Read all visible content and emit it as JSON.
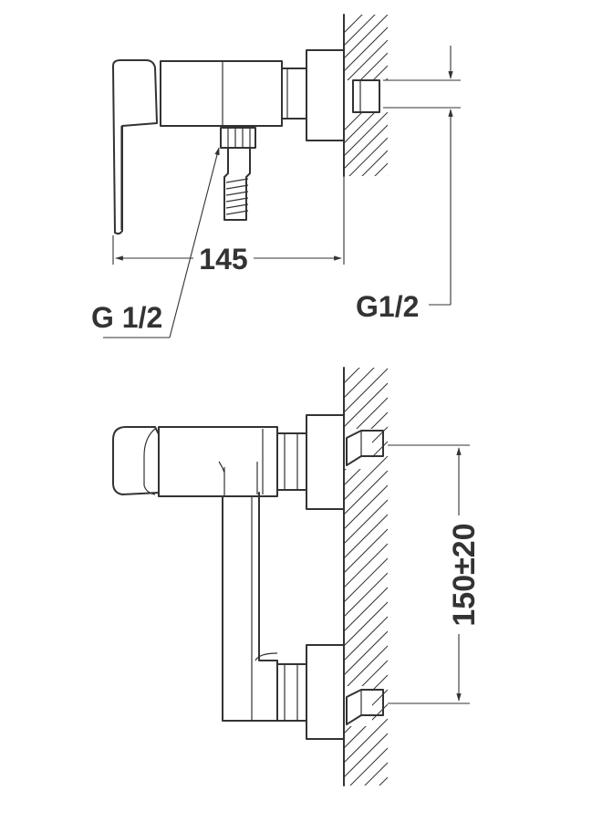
{
  "top_view": {
    "width_dimension": "145",
    "outlet_thread_label": "G 1/2",
    "inlet_thread_label": "G1/2"
  },
  "front_view": {
    "inlet_spacing_label": "150±20"
  }
}
